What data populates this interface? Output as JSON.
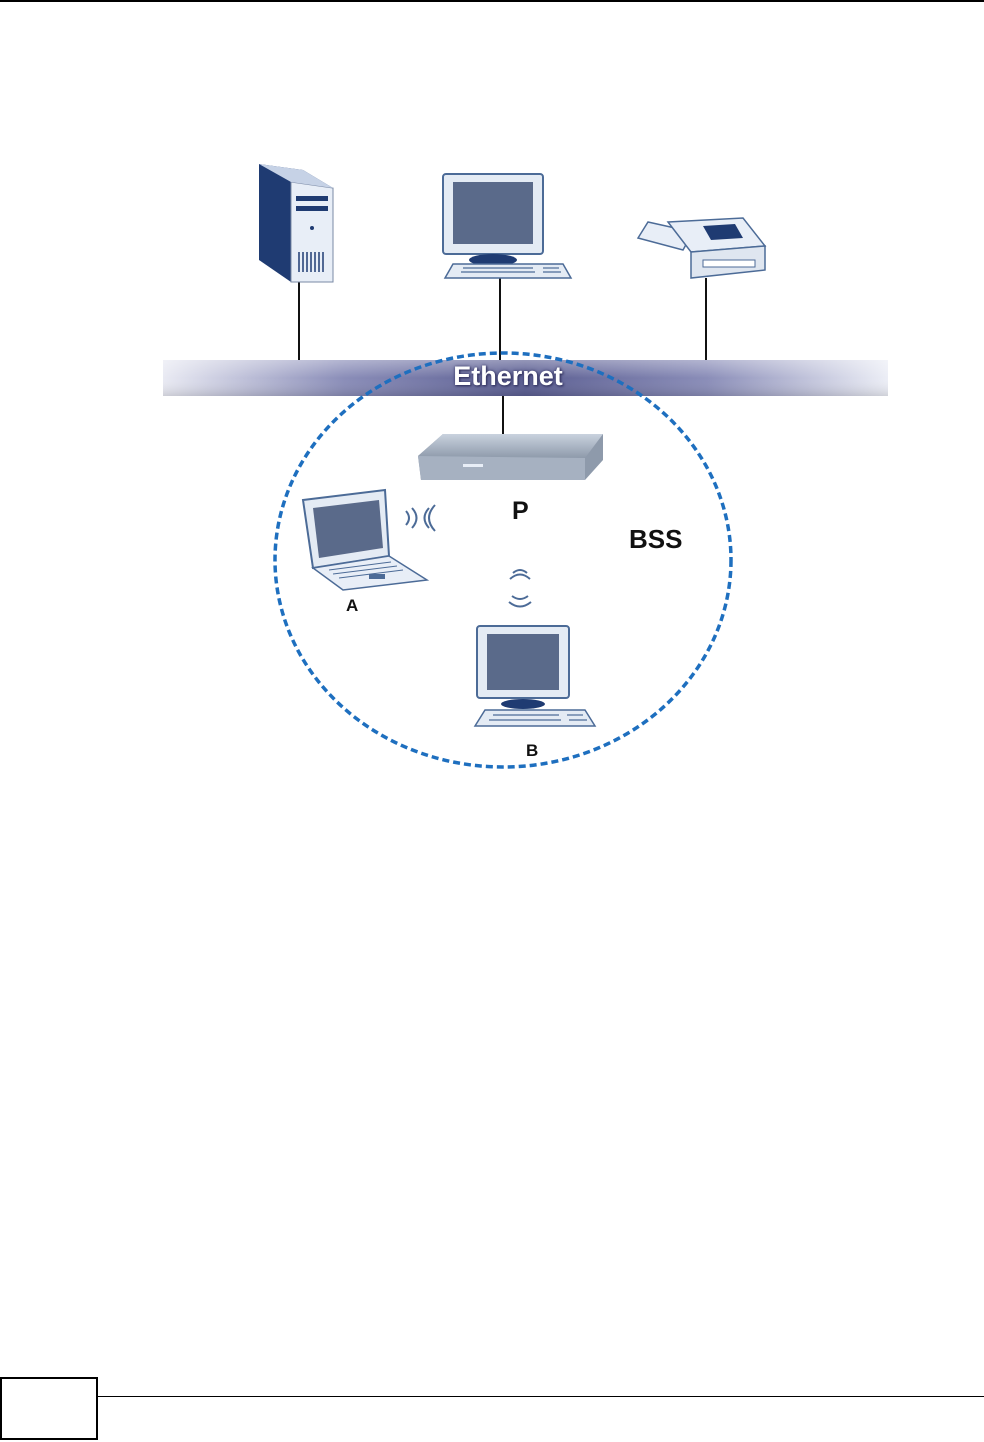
{
  "diagram": {
    "bus_label": "Ethernet",
    "access_point_label": "P",
    "bss_label": "BSS",
    "station_a_label": "A",
    "station_b_label": "B"
  },
  "colors": {
    "dashed_circle": "#1e6fbf",
    "monitor_screen": "#5a6a8a",
    "device_body": "#dfe6f0",
    "bus_center": "#6b6e9e"
  },
  "icons": [
    "server-icon",
    "desktop-icon",
    "printer-icon",
    "access-point-icon",
    "laptop-icon",
    "wireless-signal-icon"
  ]
}
